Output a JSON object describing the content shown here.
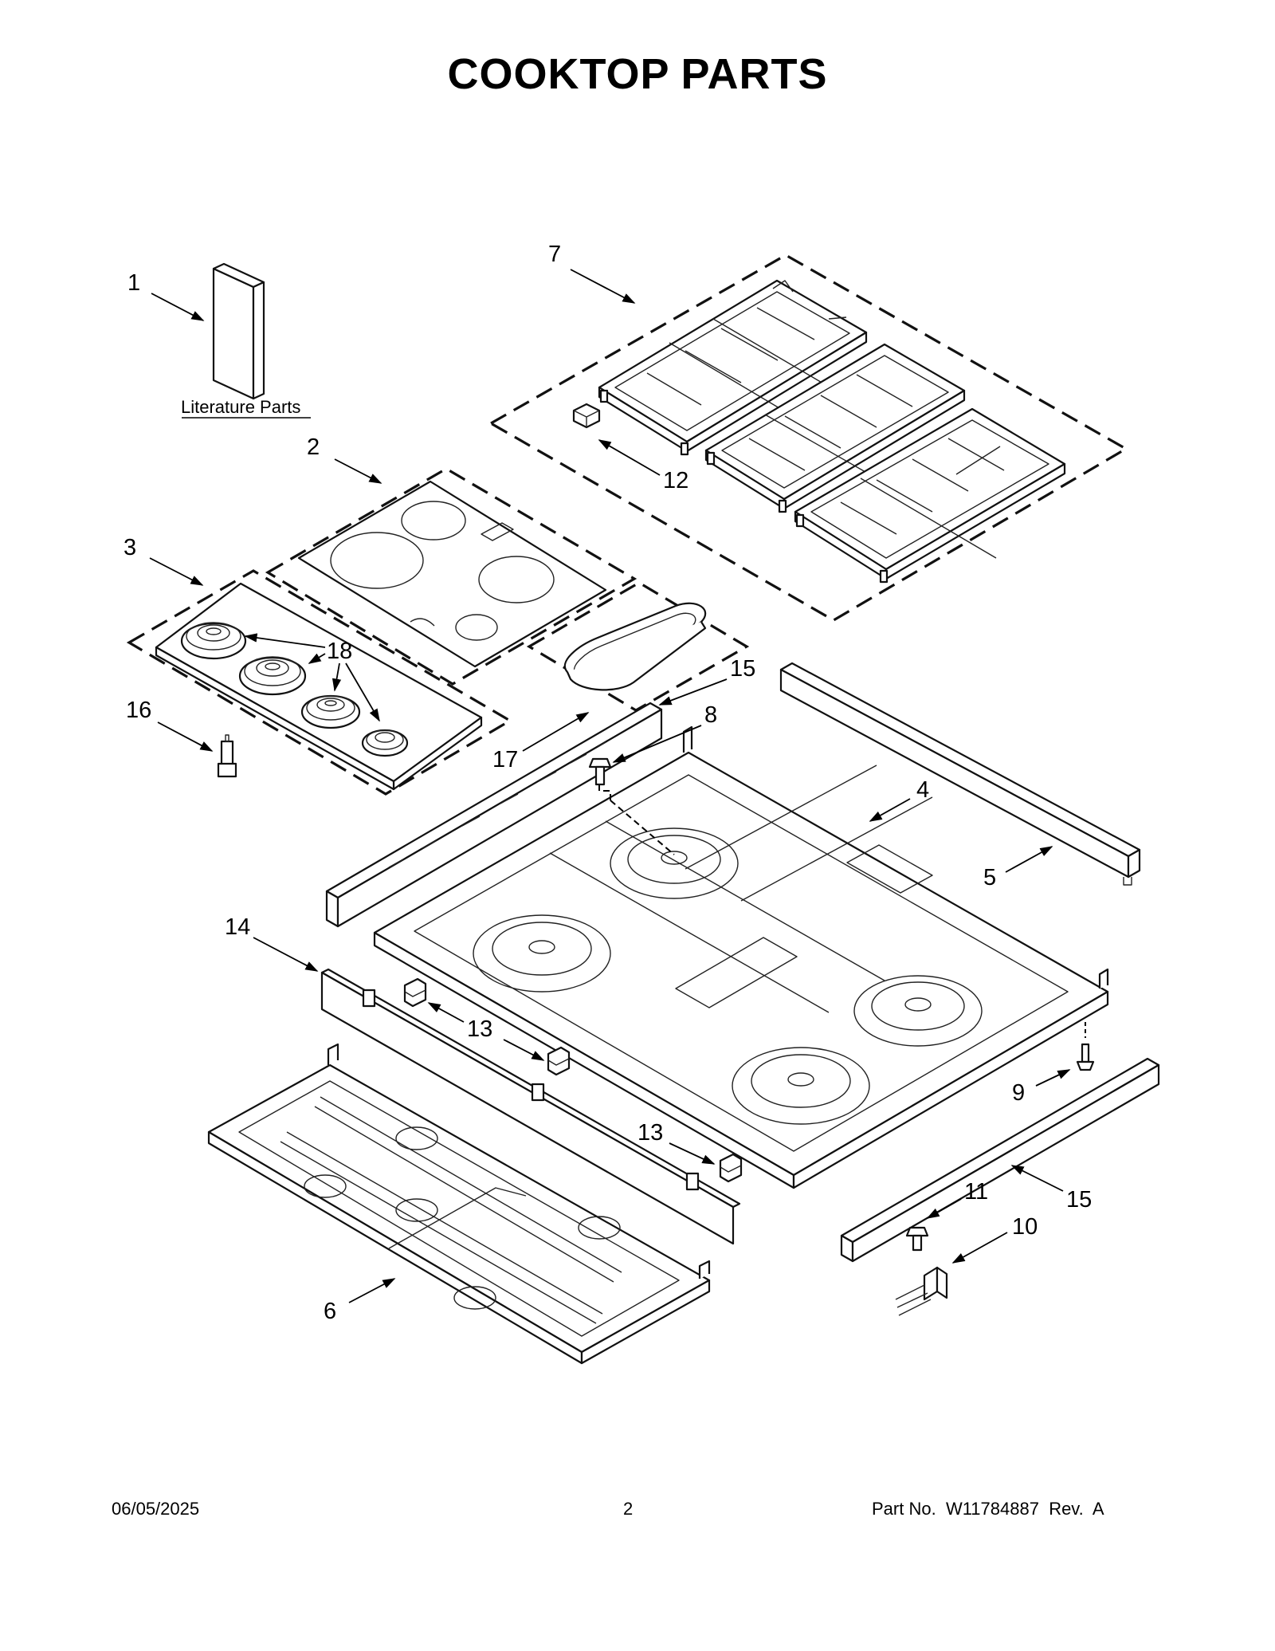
{
  "title": {
    "word1": "COOKTOP",
    "word2": "PARTS"
  },
  "literature_label": "Literature Parts",
  "callouts": [
    {
      "id": "c1",
      "label": "1"
    },
    {
      "id": "c2",
      "label": "2"
    },
    {
      "id": "c3",
      "label": "3"
    },
    {
      "id": "c4",
      "label": "4"
    },
    {
      "id": "c5",
      "label": "5"
    },
    {
      "id": "c6",
      "label": "6"
    },
    {
      "id": "c7",
      "label": "7"
    },
    {
      "id": "c8",
      "label": "8"
    },
    {
      "id": "c9",
      "label": "9"
    },
    {
      "id": "c10",
      "label": "10"
    },
    {
      "id": "c11",
      "label": "11"
    },
    {
      "id": "c12",
      "label": "12"
    },
    {
      "id": "c13a",
      "label": "13"
    },
    {
      "id": "c13b",
      "label": "13"
    },
    {
      "id": "c14",
      "label": "14"
    },
    {
      "id": "c15a",
      "label": "15"
    },
    {
      "id": "c15b",
      "label": "15"
    },
    {
      "id": "c16",
      "label": "16"
    },
    {
      "id": "c17",
      "label": "17"
    },
    {
      "id": "c18",
      "label": "18"
    }
  ],
  "footer": {
    "date": "06/05/2025",
    "page": "2",
    "part_label": "Part No.",
    "part_number": "W11784887",
    "rev_label": "Rev.",
    "rev": "A"
  }
}
